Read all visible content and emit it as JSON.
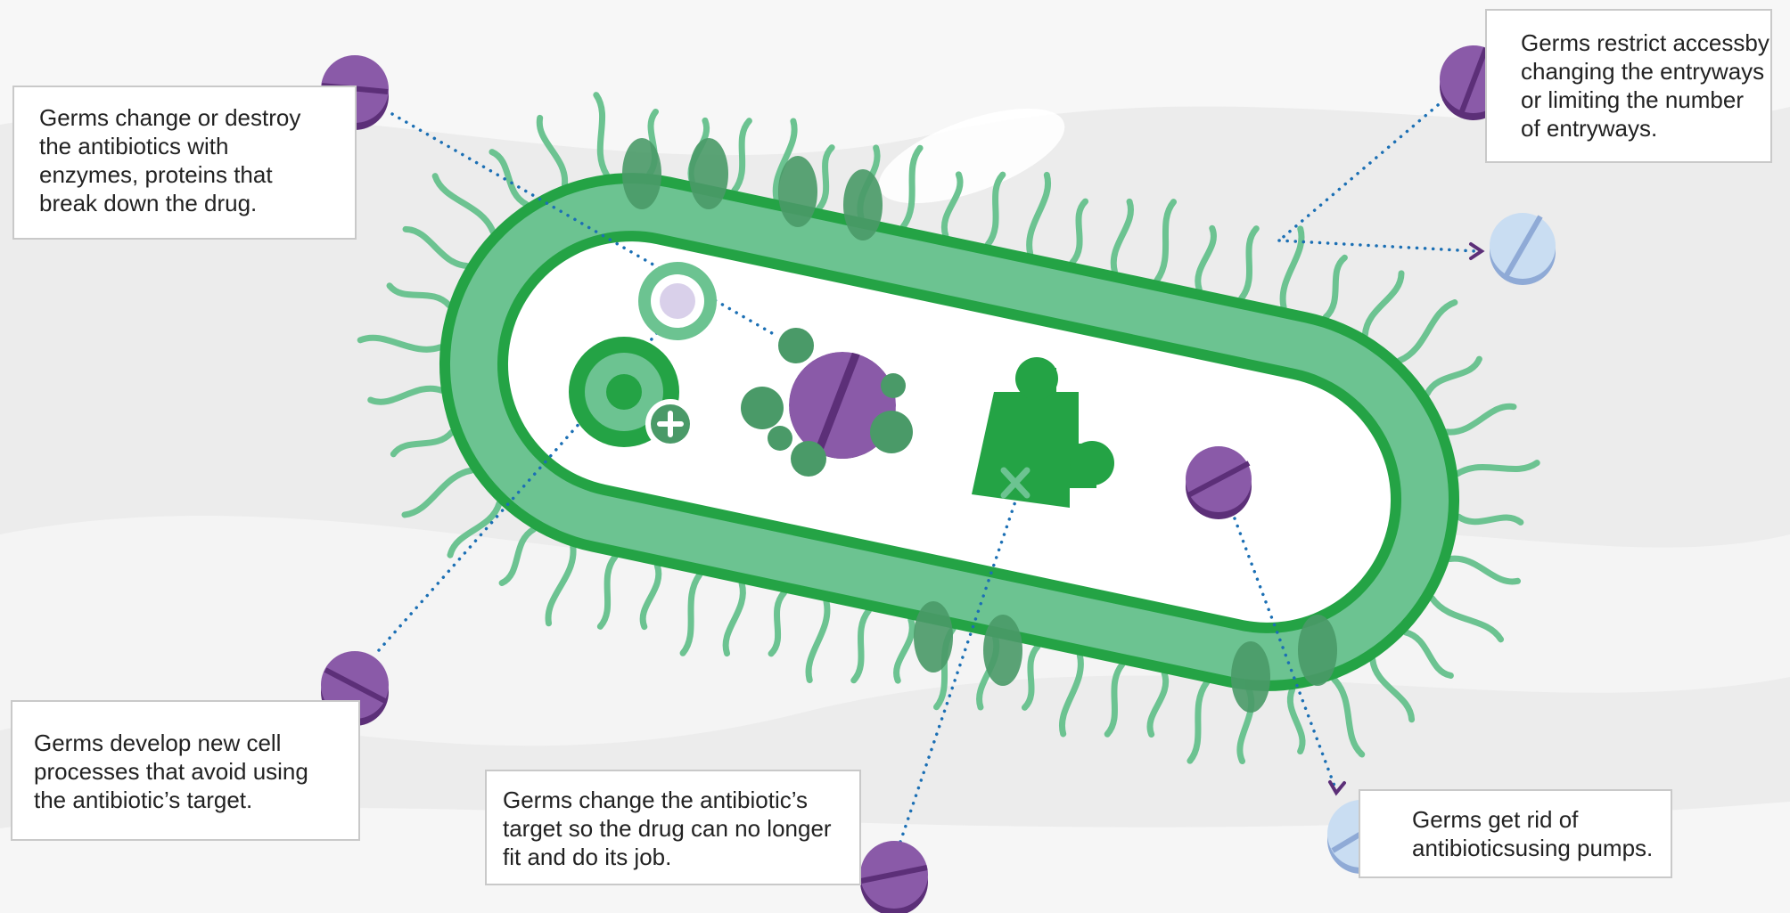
{
  "callouts": {
    "enzymes": "Germs change or destroy\nthe antibiotics with\nenzymes, proteins that\nbreak down the drug.",
    "restrict": "Germs restrict accessby\nchanging the entryways\nor limiting the number\nof entryways.",
    "new_processes": "Germs develop new cell\nprocesses that avoid using\nthe antibiotic’s target.",
    "change_target": "Germs change the antibiotic’s\ntarget so the drug can no longer\nfit and do its job.",
    "pumps": "Germs get rid of\nantibioticsusing pumps."
  },
  "colors": {
    "background": "#ececec",
    "cell_wall_dark": "#24a345",
    "cell_wall_light": "#6cc391",
    "porin": "#4a9a68",
    "flagella": "#6cc391",
    "antibiotic_purple": "#8a5aa8",
    "antibiotic_purple_dark": "#5c2f78",
    "pill_blue": "#c9ddf2",
    "pill_blue_stripe": "#8faad6",
    "dotted_line": "#1b6fb4",
    "arrowhead": "#5c2f78",
    "callout_border": "#c9c9c9"
  },
  "icons": [
    "antibiotic-pill-icon",
    "pumped-pill-icon",
    "enzyme-icon",
    "new-process-icon",
    "broken-target-icon",
    "plus-icon",
    "x-mark-icon"
  ]
}
